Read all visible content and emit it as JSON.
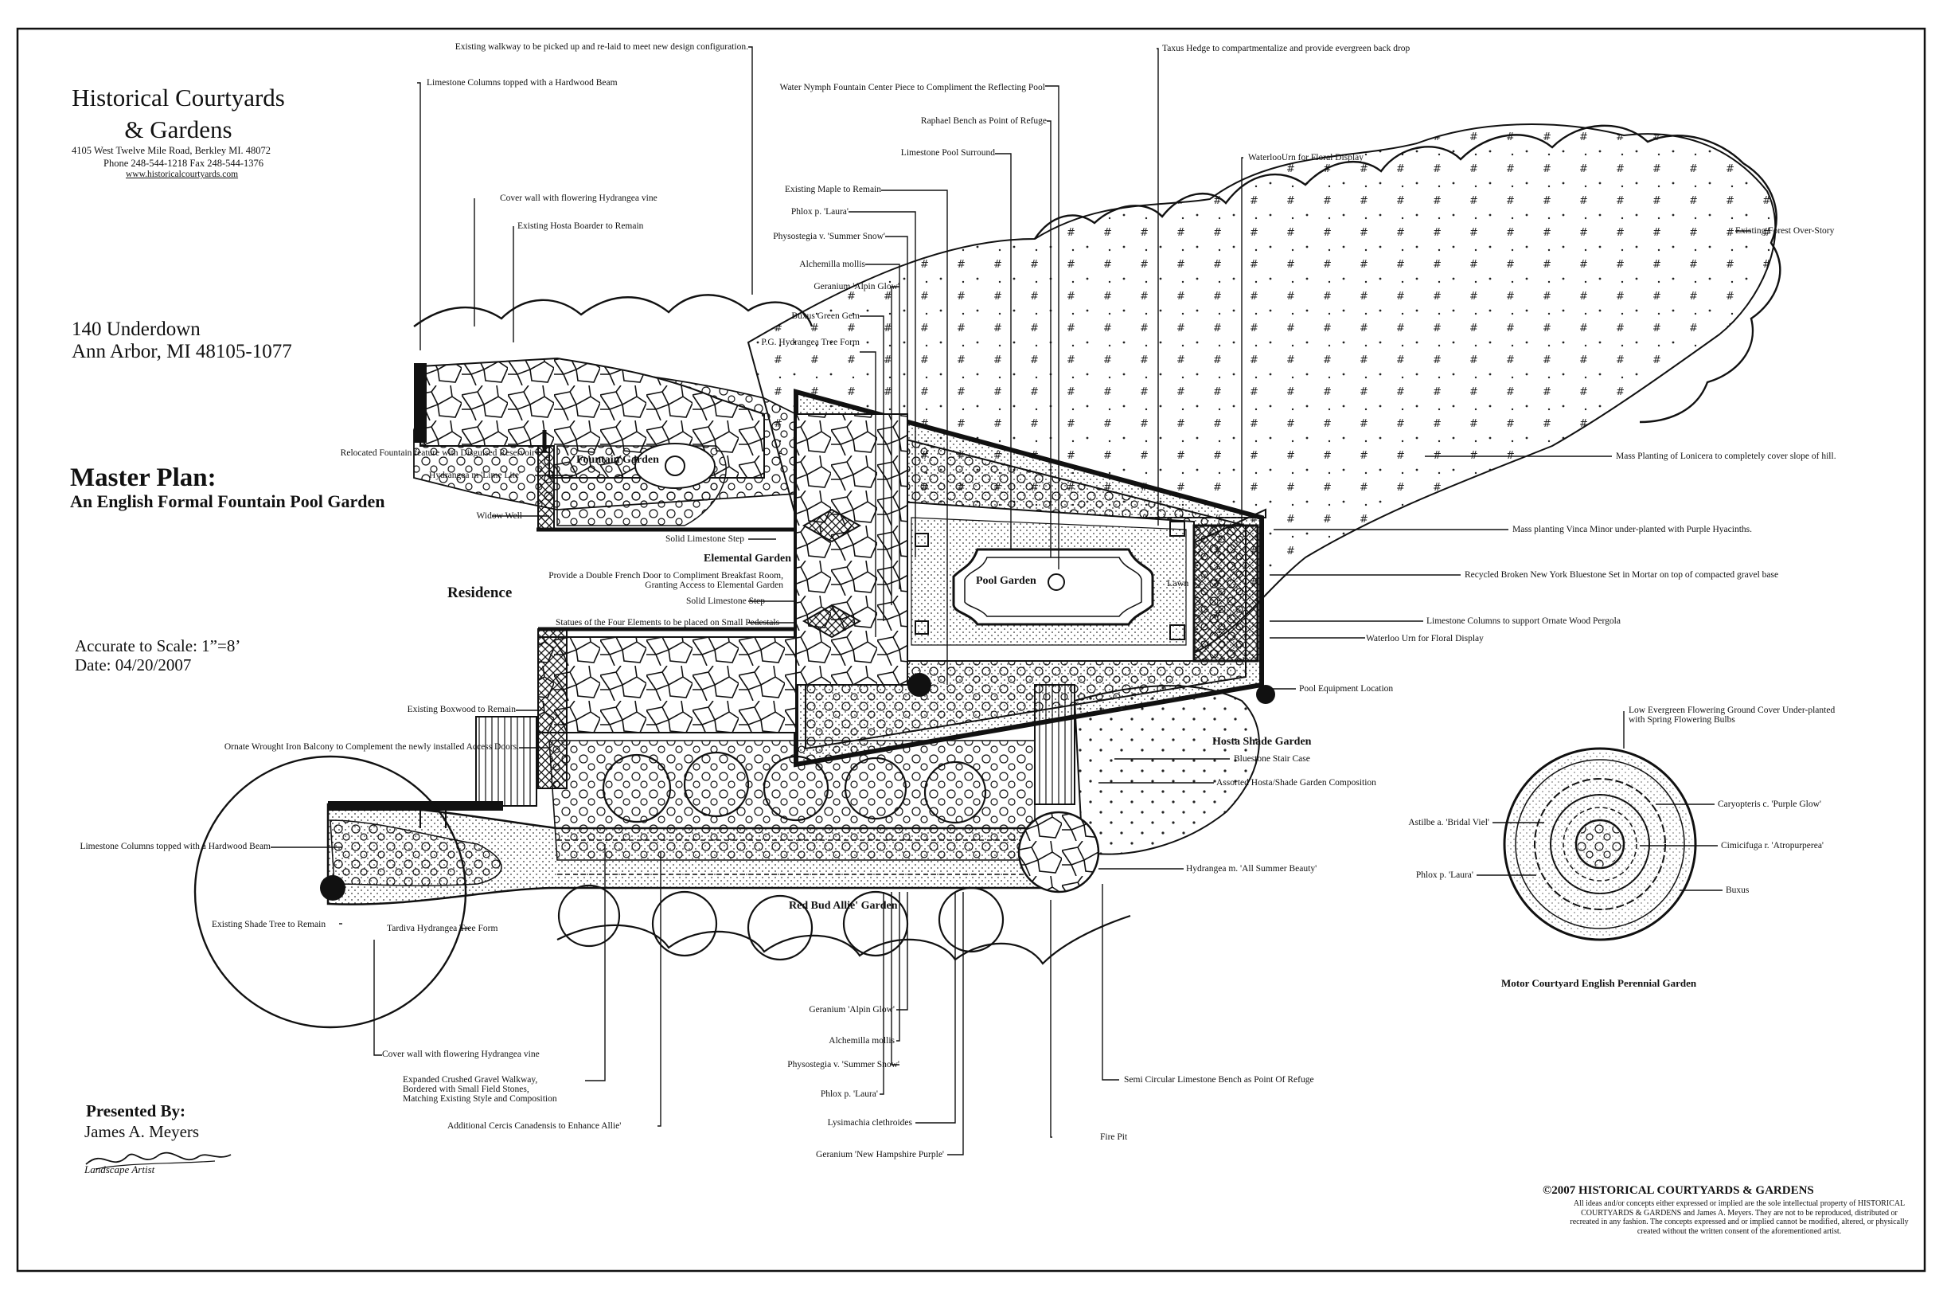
{
  "firm": {
    "name_line1": "Historical Courtyards",
    "name_line2": "& Gardens",
    "address": "4105 West Twelve Mile Road, Berkley MI. 48072",
    "phone": "Phone 248-544-1218   Fax  248-544-1376",
    "web": "www.historicalcourtyards.com"
  },
  "site": {
    "street": "140 Underdown",
    "city": "Ann Arbor, MI 48105-1077"
  },
  "plan": {
    "title": "Master Plan:",
    "subtitle": "An English Formal Fountain Pool Garden",
    "scale": "Accurate to Scale: 1”=8’",
    "date": "Date: 04/20/2007"
  },
  "presenter": {
    "heading": "Presented By:",
    "name": "James A. Meyers",
    "role": "Landscape Artist"
  },
  "gardens": {
    "fountain": "Fountain Garden",
    "elemental": "Elemental Garden",
    "pool": "Pool Garden",
    "lawn": "Lawn",
    "residence": "Residence",
    "hosta": "Hosta Shade Garden",
    "redbud": "Red Bud Allie' Garden",
    "motor": "Motor Courtyard English Perennial Garden"
  },
  "callouts": [
    "Existing walkway to be picked up and re-laid to meet new design configuration.",
    "Limestone Columns topped with a Hardwood Beam",
    "Cover wall with flowering Hydrangea vine",
    "Existing Hosta Boarder to Remain",
    "Relocated Fountain feature with Disguised Reservoir",
    "Hydrangea m 'Lime Lite'",
    "Widow Well",
    "Solid Limestone Step",
    "Provide a Double French Door to Compliment Breakfast Room,",
    "Granting Access to Elemental Garden",
    "Solid Limestone Step",
    "Statues of the Four Elements to be placed on Small Pedestals",
    "Existing Boxwood to Remain",
    "Ornate Wrought Iron Balcony to Complement the newly installed Access Doors.",
    "Limestone Columns topped with a Hardwood Beam",
    "Existing Shade Tree to Remain",
    "Tardiva Hydrangea Tree Form",
    "Cover wall with flowering Hydrangea vine",
    "Expanded Crushed Gravel Walkway,",
    "Bordered with Small Field Stones,",
    "Matching Existing Style and Composition",
    "Additional Cercis Canadensis to Enhance Allie'",
    "Water Nymph Fountain Center Piece to Compliment the Reflecting Pool",
    "Raphael Bench as Point of Refuge",
    "Limestone Pool Surround",
    "Existing Maple to Remain",
    "Phlox p. 'Laura'",
    "Physostegia v. 'Summer Snow'",
    "Alchemilla mollis",
    "Geranium 'Alpin Glow'",
    "Buxus Green Gem",
    "P.G. Hydrangea Tree Form",
    "Taxus Hedge to compartmentalize and provide evergreen back drop",
    "WaterlooUrn for Floral Display",
    "Existing Forest Over-Story",
    "Mass Planting of Lonicera to completely cover slope of hill.",
    "Mass planting Vinca Minor under-planted with Purple Hyacinths.",
    "Recycled Broken New York Bluestone Set in Mortar on top of compacted gravel base",
    "Limestone Columns to support Ornate Wood Pergola",
    "Waterloo Urn for Floral Display",
    "Pool Equipment Location",
    "Bluestone Stair Case",
    "Assorted Hosta/Shade Garden Composition",
    "Hydrangea m. 'All Summer Beauty'",
    "Semi Circular Limestone Bench as Point Of Refuge",
    "Fire Pit",
    "Geranium 'Alpin Glow'",
    "Alchemilla mollis",
    "Physostegia v. 'Summer Snow'",
    "Phlox p. 'Laura'",
    "Lysimachia clethroides",
    "Geranium 'New Hampshire Purple'",
    "Low Evergreen Flowering Ground Cover Under-planted",
    "with Spring Flowering Bulbs",
    "Caryopteris c. 'Purple Glow'",
    "Cimicifuga r. 'Atropurperea'",
    "Buxus",
    "Astilbe a. 'Bridal Viel'",
    "Phlox p. 'Laura'"
  ],
  "copyright": {
    "title": "©2007 HISTORICAL COURTYARDS & GARDENS",
    "body": "All ideas and/or concepts either expressed or implied are the sole intellectual property of HISTORICAL COURTYARDS & GARDENS and James A. Meyers.  They are not to be reproduced, distributed or recreated in any fashion.  The concepts expressed and or implied cannot be modified, altered, or physically created without the written consent of the aforementioned artist."
  }
}
